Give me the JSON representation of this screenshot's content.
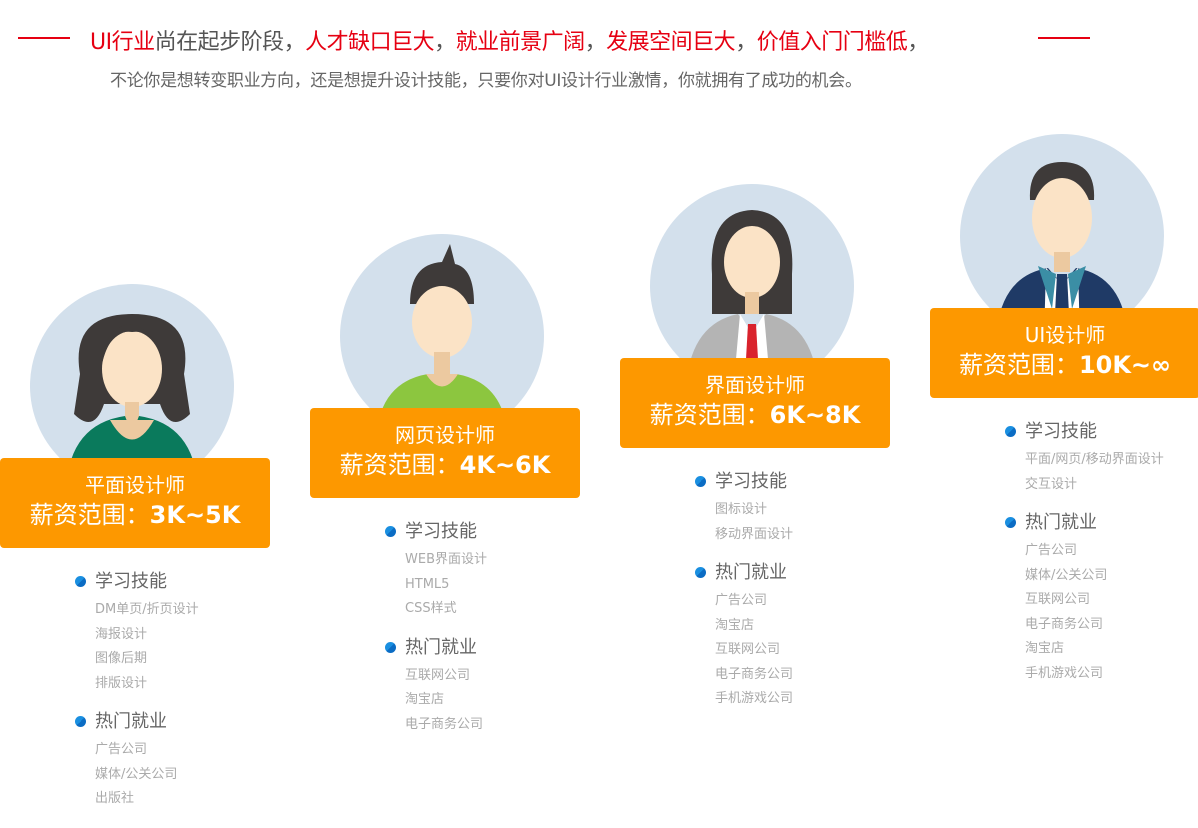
{
  "header": {
    "headline_parts": [
      {
        "text": "UI行业",
        "red": true
      },
      {
        "text": "尚在起步阶段，",
        "red": false
      },
      {
        "text": "人才缺口巨大",
        "red": true
      },
      {
        "text": "，",
        "red": false
      },
      {
        "text": "就业前景广阔",
        "red": true
      },
      {
        "text": "，",
        "red": false
      },
      {
        "text": "发展空间巨大",
        "red": true
      },
      {
        "text": "，",
        "red": false
      },
      {
        "text": "价值入门门槛低",
        "red": true
      },
      {
        "text": "，",
        "red": false
      }
    ],
    "subtitle": "不论你是想转变职业方向，还是想提升设计技能，只要你对UI设计行业激情，你就拥有了成功的机会。"
  },
  "colors": {
    "accent": "#fd9800",
    "red": "#e60012",
    "circle": "#d3e0ec"
  },
  "cards": [
    {
      "role": "平面设计师",
      "salary_label": "薪资范围：",
      "salary": "3K~5K",
      "figure": "woman-curly",
      "skills_title": "学习技能",
      "skills": [
        "DM单页/折页设计",
        "海报设计",
        "图像后期",
        "排版设计"
      ],
      "jobs_title": "热门就业",
      "jobs": [
        "广告公司",
        "媒体/公关公司",
        "出版社"
      ]
    },
    {
      "role": "网页设计师",
      "salary_label": "薪资范围：",
      "salary": "4K~6K",
      "figure": "man-spiky",
      "skills_title": "学习技能",
      "skills": [
        "WEB界面设计",
        "HTML5",
        "CSS样式"
      ],
      "jobs_title": "热门就业",
      "jobs": [
        "互联网公司",
        "淘宝店",
        "电子商务公司"
      ]
    },
    {
      "role": "界面设计师",
      "salary_label": "薪资范围：",
      "salary": "6K~8K",
      "figure": "woman-suit",
      "skills_title": "学习技能",
      "skills": [
        "图标设计",
        "移动界面设计"
      ],
      "jobs_title": "热门就业",
      "jobs": [
        "广告公司",
        "淘宝店",
        "互联网公司",
        "电子商务公司",
        "手机游戏公司"
      ]
    },
    {
      "role": "UI设计师",
      "salary_label": "薪资范围：",
      "salary": "10K~∞",
      "figure": "man-suit",
      "skills_title": "学习技能",
      "skills": [
        "平面/网页/移动界面设计",
        "交互设计"
      ],
      "jobs_title": "热门就业",
      "jobs": [
        "广告公司",
        "媒体/公关公司",
        "互联网公司",
        "电子商务公司",
        "淘宝店",
        "手机游戏公司"
      ]
    }
  ]
}
